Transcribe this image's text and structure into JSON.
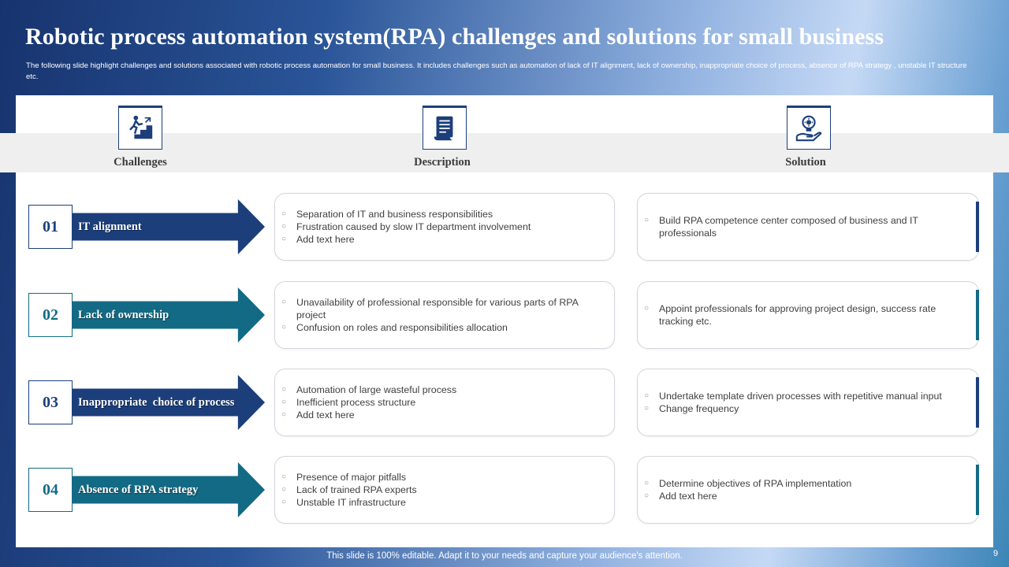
{
  "title": "Robotic process automation system(RPA) challenges and solutions for small business",
  "subtitle": "The following slide highlight  challenges and solutions associated with robotic process automation for small business. It includes challenges such as automation of lack of IT  alignment, lack of ownership, inappropriate choice of process, absence of RPA strategy , unstable IT structure etc.",
  "headers": {
    "challenges": "Challenges",
    "description": "Description",
    "solution": "Solution"
  },
  "icons": {
    "challenges": "person-climbing-stairs-icon",
    "description": "document-scroll-icon",
    "solution": "lightbulb-gear-hand-icon"
  },
  "colors": {
    "navy": "#1c3f7c",
    "teal": "#136a85"
  },
  "bullet_glyph": "○",
  "rows": [
    {
      "num": "01",
      "challenge": "IT alignment",
      "description": [
        "Separation of IT and business responsibilities",
        "Frustration caused by slow IT department involvement",
        "Add text here"
      ],
      "solution": [
        "Build RPA competence center composed of business and IT professionals"
      ]
    },
    {
      "num": "02",
      "challenge": "Lack of ownership",
      "description": [
        "Unavailability  of professional responsible for various  parts of RPA project",
        "Confusion on roles and responsibilities allocation"
      ],
      "solution": [
        "Appoint professionals for approving  project design, success rate tracking etc."
      ]
    },
    {
      "num": "03",
      "challenge": "Inappropriate  choice of process",
      "description": [
        "Automation of large wasteful process",
        "Inefficient  process structure",
        "Add text here"
      ],
      "solution": [
        "Undertake template driven  processes with repetitive manual input",
        "Change frequency"
      ]
    },
    {
      "num": "04",
      "challenge": "Absence of RPA strategy",
      "description": [
        "Presence of major pitfalls",
        "Lack of trained RPA experts",
        "Unstable IT infrastructure"
      ],
      "solution": [
        "Determine  objectives  of RPA implementation",
        "Add text here"
      ]
    }
  ],
  "footer": "This slide is 100% editable. Adapt it to your needs and capture your audience's attention.",
  "page_number": "9"
}
